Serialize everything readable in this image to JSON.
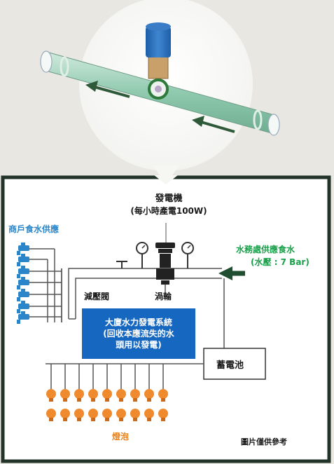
{
  "generator": {
    "title": "發電機",
    "subtitle": "(每小時產電100W)"
  },
  "shops_label": "商戶食水供應",
  "supply": {
    "line1": "水務處供應食水",
    "line2": "(水壓 : 7 Bar)"
  },
  "labels": {
    "valve": "減壓閥",
    "turbine": "渦輪",
    "battery": "蓄電池",
    "bulbs": "燈泡"
  },
  "system_box": {
    "line1": "大廈水力發電系統",
    "line2": "(回收本應流失的水",
    "line3": "頭用以發電)"
  },
  "note": "圖片僅供參考",
  "colors": {
    "frame": "#22332a",
    "pipe": "#ffffff",
    "system_box": "#1667c0",
    "shop_label": "#2a86c8",
    "supply_label": "#1aa04a",
    "bulb_label": "#e8821e",
    "bulb": "#f08a2e"
  }
}
